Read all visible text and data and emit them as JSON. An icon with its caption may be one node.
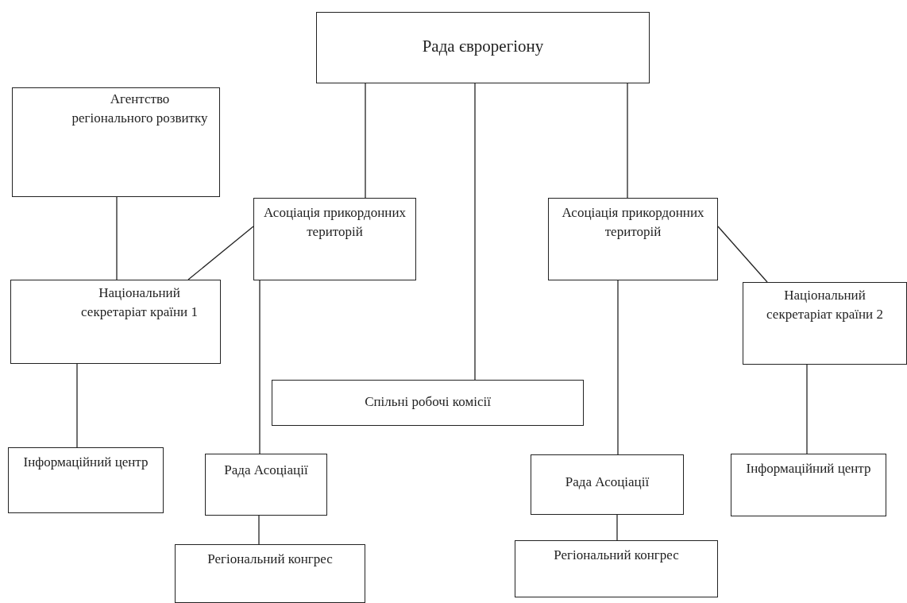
{
  "diagram": {
    "nodes": [
      {
        "text": [
          "Рада єврорегіону"
        ]
      },
      {
        "text": [
          "Агентство регіонального розвитку"
        ]
      },
      {
        "text": [
          "Асоціація прикордонних територій"
        ]
      },
      {
        "text": [
          "Асоціація прикордонних територій"
        ]
      },
      {
        "text": [
          "Національний секретаріат країни 1"
        ]
      },
      {
        "text": [
          "Національний секретаріат країни 2"
        ]
      },
      {
        "text": [
          "Спільні робочі комісії"
        ]
      },
      {
        "text": [
          "Інформаційний центр"
        ]
      },
      {
        "text": [
          "Рада Асоціації"
        ]
      },
      {
        "text": [
          "Рада Асоціації"
        ]
      },
      {
        "text": [
          "Інформаційний центр"
        ]
      },
      {
        "text": [
          "Регіональний конгрес"
        ]
      },
      {
        "text": [
          "Регіональний конгрес"
        ]
      }
    ],
    "edges": [
      {
        "from": 0,
        "to": 2,
        "arrow": "none"
      },
      {
        "from": 0,
        "to": 6,
        "arrow": "none"
      },
      {
        "from": 0,
        "to": 3,
        "arrow": "none"
      },
      {
        "from": 1,
        "to": 4,
        "arrow": "none"
      },
      {
        "from": 2,
        "to": 4,
        "arrow": "none"
      },
      {
        "from": 2,
        "to": 8,
        "arrow": "none"
      },
      {
        "from": 3,
        "to": 5,
        "arrow": "none"
      },
      {
        "from": 3,
        "to": 9,
        "arrow": "none"
      },
      {
        "from": 4,
        "to": 7,
        "arrow": "none"
      },
      {
        "from": 5,
        "to": 10,
        "arrow": "none"
      },
      {
        "from": 8,
        "to": 11,
        "arrow": "none"
      },
      {
        "from": 9,
        "to": 12,
        "arrow": "none"
      }
    ]
  }
}
